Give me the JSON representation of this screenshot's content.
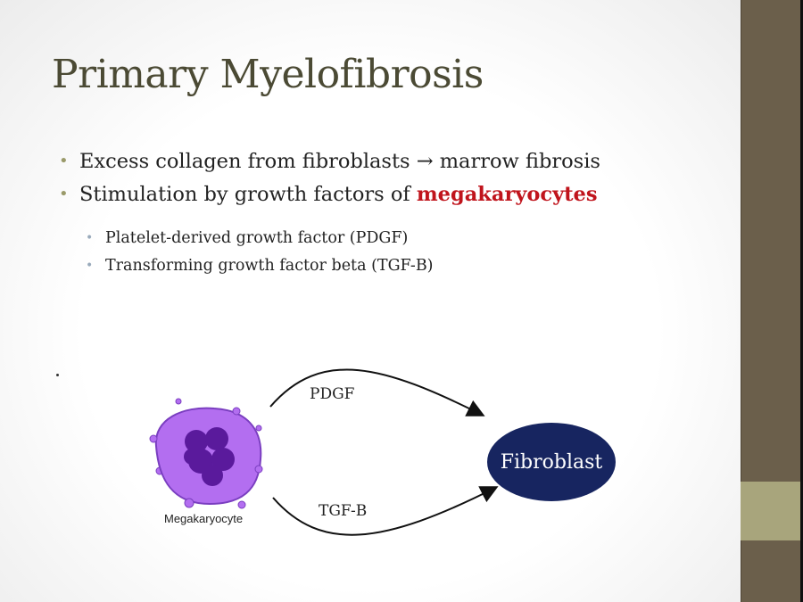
{
  "title": "Primary Myelofibrosis",
  "bullets": [
    {
      "text": "Excess collagen from fibroblasts → marrow fibrosis"
    },
    {
      "text": "Stimulation by growth factors of ",
      "highlight": "megakaryocytes"
    }
  ],
  "sub_bullets": [
    "Platelet-derived growth factor (PDGF)",
    "Transforming growth factor beta (TGF-B)"
  ],
  "diagram": {
    "source_label": "Megakaryocyte",
    "target_label": "Fibroblast",
    "arrow_top_label": "PDGF",
    "arrow_bottom_label": "TGF-B"
  },
  "colors": {
    "highlight": "#c0141c",
    "fibroblast": "#172560",
    "cell": "#b36ef0",
    "nucleus": "#5a1a9c",
    "sidebar": "#6b5f4b",
    "sidebar_band": "#a8a57c"
  }
}
